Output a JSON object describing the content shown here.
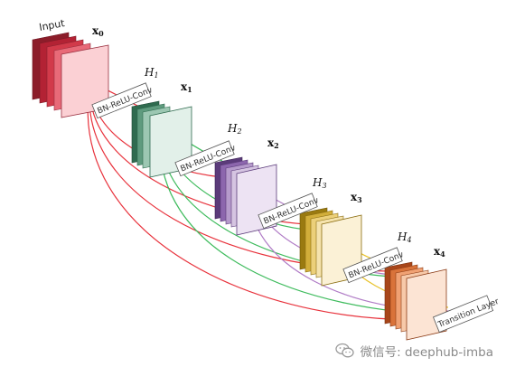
{
  "labels": {
    "input": "Input",
    "x0": "x",
    "x0_sub": "0",
    "x1": "x",
    "x1_sub": "1",
    "x2": "x",
    "x2_sub": "2",
    "x3": "x",
    "x3_sub": "3",
    "x4": "x",
    "x4_sub": "4",
    "h1": "H",
    "h1_sub": "1",
    "h2": "H",
    "h2_sub": "2",
    "h3": "H",
    "h3_sub": "3",
    "h4": "H",
    "h4_sub": "4",
    "bn1": "BN-ReLU-Conv",
    "bn2": "BN-ReLU-Conv",
    "bn3": "BN-ReLU-Conv",
    "bn4": "BN-ReLU-Conv",
    "transition": "Transition Layer"
  },
  "watermark": {
    "text": "微信号: deephub-imba",
    "icon": "wechat-icon"
  },
  "colors": {
    "input_stack": [
      "#8c1d2a",
      "#b32234",
      "#d23a4a",
      "#e86a78",
      "#f4a5ad",
      "#fbd0d4"
    ],
    "h1_stack": [
      "#2f6b4f",
      "#5f9b7e",
      "#9cc7b2",
      "#c7e2d6",
      "#e2f0e9"
    ],
    "h2_stack": [
      "#5b3b7a",
      "#8c66ad",
      "#b59acb",
      "#d5c4e1",
      "#ede3f3"
    ],
    "h3_stack": [
      "#9a7a10",
      "#d2ae3a",
      "#ecd07a",
      "#f5e3ad",
      "#fbf1d6"
    ],
    "h4_stack": [
      "#a8461a",
      "#d9733a",
      "#f0a173",
      "#f7c9a9",
      "#fce4d4"
    ],
    "curve_red": "#e8323c",
    "curve_green": "#3dbb5c",
    "curve_purple": "#b07cc6",
    "curve_yellow": "#e8c22a"
  }
}
